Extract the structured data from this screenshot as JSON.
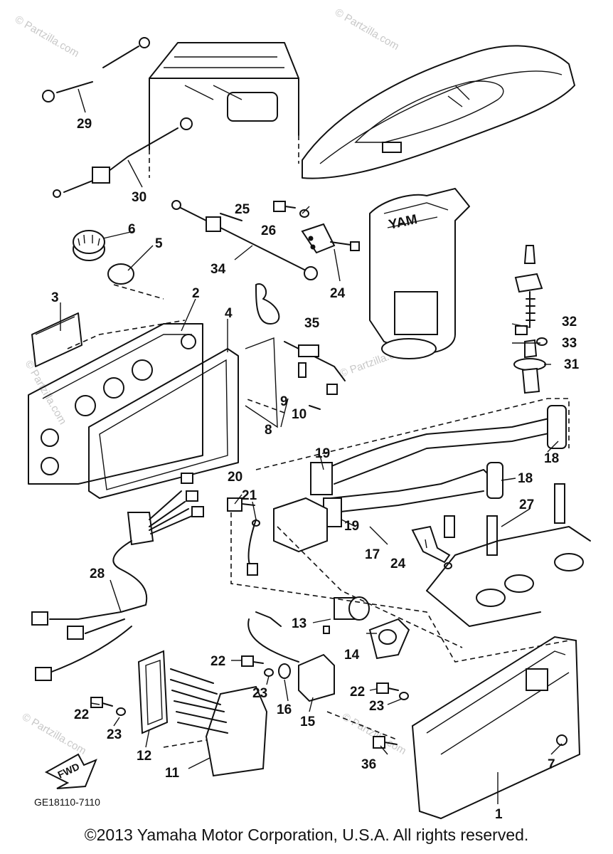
{
  "watermark": "© Partzilla.com",
  "callouts": [
    "29",
    "30",
    "6",
    "5",
    "3",
    "2",
    "4",
    "25",
    "26",
    "34",
    "24",
    "35",
    "9",
    "10",
    "8",
    "32",
    "33",
    "31",
    "19",
    "18",
    "18",
    "20",
    "21",
    "19",
    "17",
    "27",
    "24",
    "28",
    "13",
    "14",
    "22",
    "23",
    "16",
    "15",
    "22",
    "23",
    "22",
    "23",
    "12",
    "11",
    "36",
    "1",
    "7"
  ],
  "direction_label": "FWD",
  "diagram_code": "GE18110-7110",
  "copyright": "©2013 Yamaha Motor Corporation, U.S.A. All rights reserved."
}
